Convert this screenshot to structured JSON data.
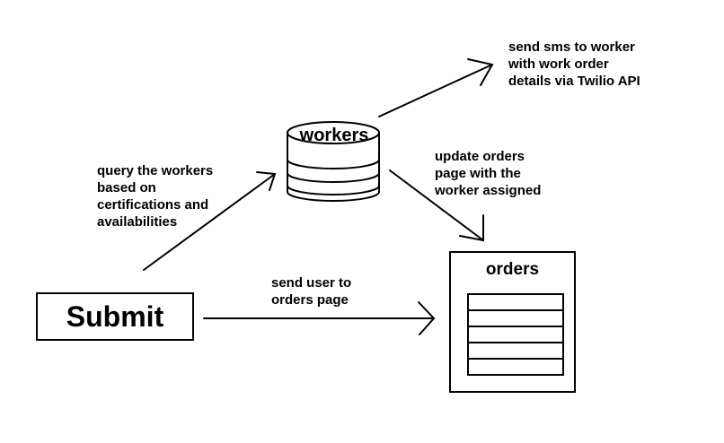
{
  "nodes": {
    "submit": "Submit",
    "workers": "workers",
    "orders": "orders",
    "orders_rows": 5
  },
  "labels": {
    "query": "query the workers\nbased on\ncertifications and\navailabilities",
    "send_sms": "send sms to worker\nwith work order\ndetails via Twilio API",
    "update_orders": "update orders\npage with the\nworker assigned",
    "send_user": "send user to\norders page"
  },
  "colors": {
    "stroke": "#000000",
    "background": "#ffffff"
  }
}
